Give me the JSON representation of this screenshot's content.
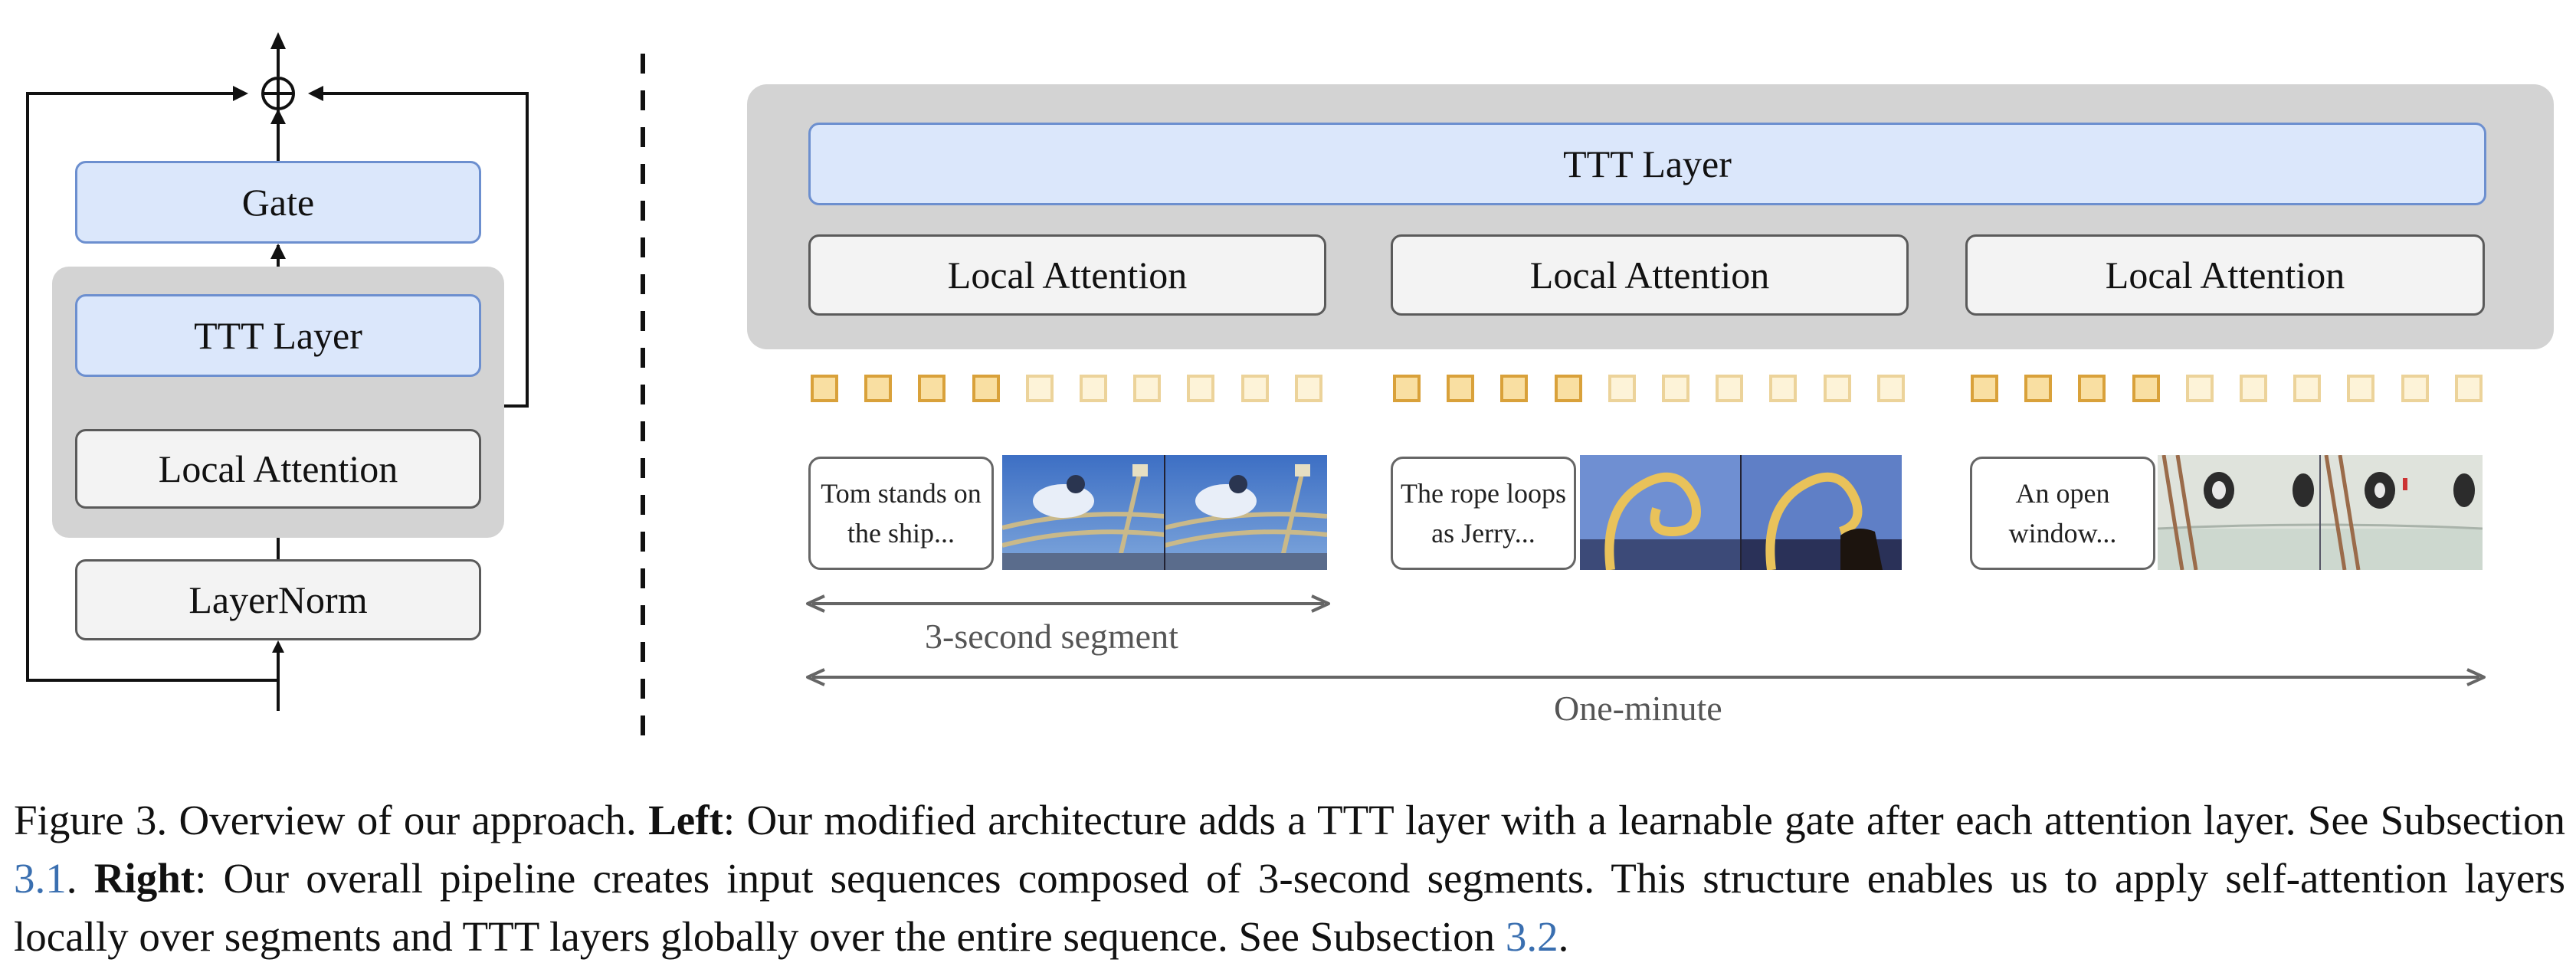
{
  "left": {
    "gate": "Gate",
    "ttt": "TTT Layer",
    "local_attention": "Local Attention",
    "layernorm": "LayerNorm"
  },
  "right": {
    "ttt": "TTT Layer",
    "local_attention_labels": [
      "Local Attention",
      "Local Attention",
      "Local Attention"
    ],
    "segments": [
      {
        "text_line1": "Tom stands on",
        "text_line2": "the ship..."
      },
      {
        "text_line1": "The rope loops",
        "text_line2": "as Jerry..."
      },
      {
        "text_line1": "An open",
        "text_line2": "window..."
      }
    ],
    "segment_label": "3-second segment",
    "total_label": "One-minute"
  },
  "caption": {
    "p1": "Figure 3. Overview of our approach. ",
    "b1": "Left",
    "p2": ": Our modified architecture adds a TTT layer with a learnable gate after each attention layer. See Subsection ",
    "r1": "3.1",
    "p3": ". ",
    "b2": "Right",
    "p4": ": Our overall pipeline creates input sequences composed of 3-second segments. This structure enables us to apply self-attention layers locally over segments and TTT layers globally over the entire sequence. See Subsection ",
    "r2": "3.2",
    "p5": "."
  },
  "colors": {
    "blue_box": "#dbe7fb",
    "grey_panel": "#d3d3d3",
    "token_dark": "#d9a13a",
    "token_light": "#ecd39a",
    "link": "#3a6fb0"
  }
}
